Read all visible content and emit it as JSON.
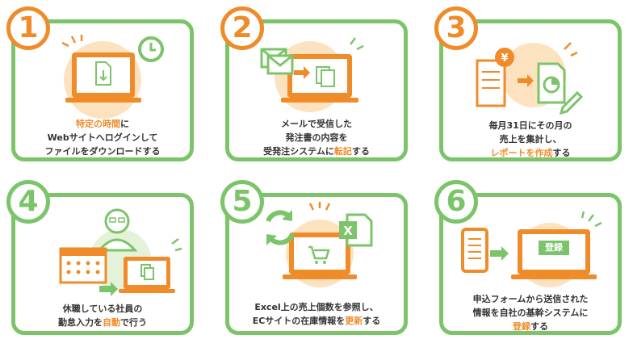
{
  "colors": {
    "orange": "#f08b2a",
    "green": "#7cc46a",
    "dark": "#333333",
    "peach": "#fde2c0",
    "mint": "#e3f2d8"
  },
  "steps": [
    {
      "number": "1",
      "lines": [
        [
          {
            "t": "特定の時間",
            "hl": true
          },
          {
            "t": "に"
          }
        ],
        [
          {
            "t": "Webサイトへログインして"
          }
        ],
        [
          {
            "t": "ファイルをダウンロードする"
          }
        ]
      ]
    },
    {
      "number": "2",
      "lines": [
        [
          {
            "t": "メールで受信した"
          }
        ],
        [
          {
            "t": "発注書の内容を"
          }
        ],
        [
          {
            "t": "受発注システムに"
          },
          {
            "t": "転記",
            "hl": true
          },
          {
            "t": "する"
          }
        ]
      ]
    },
    {
      "number": "3",
      "lines": [
        [
          {
            "t": "毎月31日にその月の"
          }
        ],
        [
          {
            "t": "売上を集計し、"
          }
        ],
        [
          {
            "t": "レポートを作成",
            "hl": true
          },
          {
            "t": "する"
          }
        ]
      ]
    },
    {
      "number": "4",
      "lines": [
        [
          {
            "t": "休職している社員の"
          }
        ],
        [
          {
            "t": "勤怠入力を"
          },
          {
            "t": "自動",
            "hl": true
          },
          {
            "t": "で行う"
          }
        ]
      ]
    },
    {
      "number": "5",
      "lines": [
        [
          {
            "t": "Excel上の売上個数を参照し、"
          }
        ],
        [
          {
            "t": "ECサイトの在庫情報を"
          },
          {
            "t": "更新",
            "hl": true
          },
          {
            "t": "する"
          }
        ]
      ]
    },
    {
      "number": "6",
      "icon_label": "登録",
      "lines": [
        [
          {
            "t": "申込フォームから送信された"
          }
        ],
        [
          {
            "t": "情報を自社の基幹システムに"
          }
        ],
        [
          {
            "t": "登録",
            "hl": true
          },
          {
            "t": "する"
          }
        ]
      ]
    }
  ]
}
